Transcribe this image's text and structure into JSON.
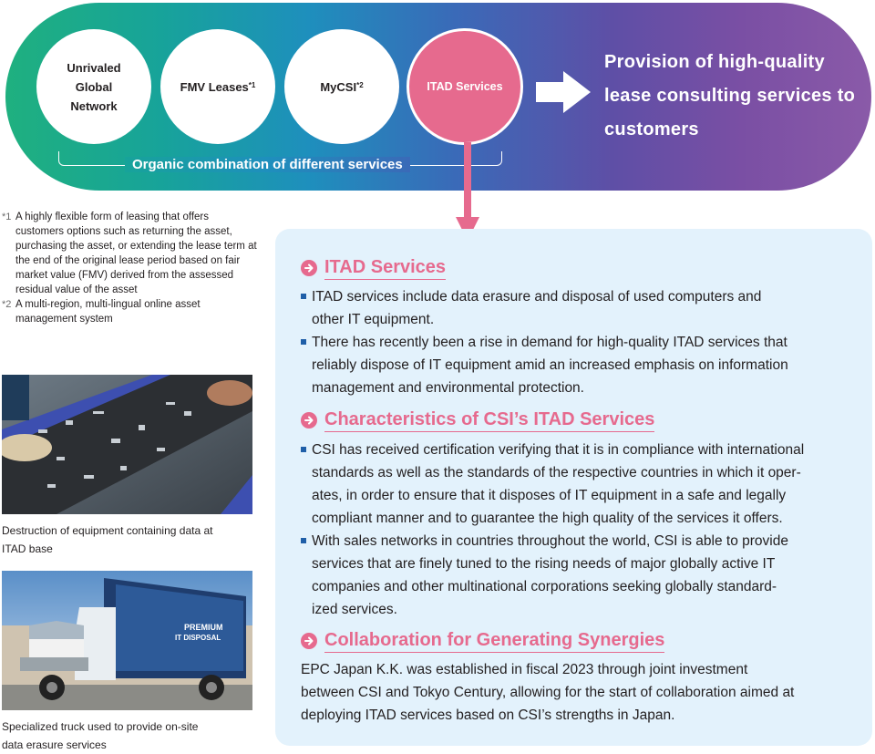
{
  "banner": {
    "circles": [
      {
        "label": "Unrivaled Global Network",
        "lines": [
          "Unrivaled",
          "Global",
          "Network"
        ]
      },
      {
        "label": "FMV Leases",
        "mark": "*1"
      },
      {
        "label": "MyCSI",
        "mark": "*2"
      },
      {
        "label": "ITAD Services"
      }
    ],
    "provision": "Provision of high-quality lease consulting services to customers",
    "organic": "Organic combination of different services"
  },
  "notes": [
    {
      "mark": "*1",
      "text": "A highly flexible form of leasing that offers customers options such as returning the asset, purchasing the asset, or extending the lease term at the end of the original lease period based on fair market value (FMV) derived from the assessed residual value of the asset"
    },
    {
      "mark": "*2",
      "text": "A multi-region, multi-lingual online asset management system"
    }
  ],
  "photos": [
    {
      "caption": "Destruction of equipment containing data at ITAD base",
      "caption_lines": [
        "Destruction of equipment containing data at",
        "ITAD base"
      ]
    },
    {
      "caption": "Specialized truck used to provide on-site data erasure services",
      "caption_lines": [
        "Specialized truck used to provide on-site",
        "data erasure services"
      ],
      "truck_text": [
        "PREMIUM",
        "IT DISPOSAL"
      ]
    }
  ],
  "sections": [
    {
      "title": "ITAD Services",
      "bullets": [
        [
          "ITAD services include data erasure and disposal of used computers and",
          "other IT equipment."
        ],
        [
          "There has recently been a rise in demand for high-quality ITAD services that",
          "reliably dispose of IT equipment amid an increased emphasis on information",
          "management and environmental protection."
        ]
      ]
    },
    {
      "title": "Characteristics of CSI’s ITAD Services",
      "bullets": [
        [
          "CSI has received certification verifying that it is in compliance with international",
          "standards as well as the standards of the respective countries in which it oper-",
          "ates, in order to ensure that it disposes of IT equipment in a safe and legally",
          "compliant manner and to guarantee the high quality of the services it offers."
        ],
        [
          "With sales networks in countries throughout the world, CSI is able to provide",
          "services that are finely tuned to the rising needs of major globally active IT",
          "companies and other multinational corporations seeking globally standard-",
          "ized services."
        ]
      ]
    },
    {
      "title": "Collaboration for Generating Synergies",
      "paragraph": [
        "EPC Japan K.K. was established in fiscal 2023 through joint investment",
        "between CSI and Tokyo Century, allowing for the start of collaboration aimed at",
        "deploying ITAD services based on CSI’s strengths in Japan."
      ]
    }
  ],
  "colors": {
    "accent_pink": "#e66a8e",
    "bullet_blue": "#1f5fa8",
    "panel_bg": "#e3f2fc"
  },
  "icons": [
    "arrow-right-icon",
    "arrow-down-icon",
    "circle-arrow-icon",
    "bullet-square-icon"
  ]
}
